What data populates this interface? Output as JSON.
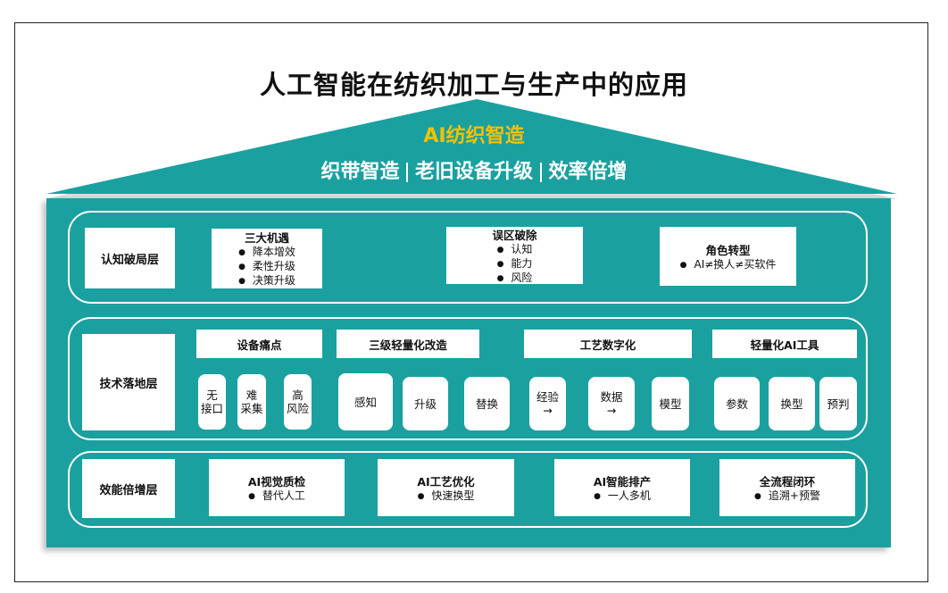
{
  "title": "人工智能在纺织加工与生产中的应用",
  "roof": {
    "subtitle": "AI纺织智造",
    "items": [
      "织带智造",
      "老旧设备升级",
      "效率倍增"
    ]
  },
  "layers": {
    "cognition": {
      "label": "认知破局层",
      "boxes": [
        {
          "title": "三大机遇",
          "bullets": [
            "降本增效",
            "柔性升级",
            "决策升级"
          ]
        },
        {
          "title": "误区破除",
          "bullets": [
            "认知",
            "能力",
            "风险"
          ]
        },
        {
          "title": "角色转型",
          "bullets": [
            "AI≠换人≠买软件"
          ]
        }
      ]
    },
    "technology": {
      "label": "技术落地层",
      "groups": [
        {
          "header": "设备痛点",
          "cells": [
            "无\n接口",
            "难\n采集",
            "高\n风险"
          ]
        },
        {
          "header": "三级轻量化改造",
          "cells": [
            "感知",
            "升级",
            "替换"
          ]
        },
        {
          "header": "工艺数字化",
          "cells": [
            "经验\n→",
            "数据\n→",
            "模型"
          ]
        },
        {
          "header": "轻量化AI工具",
          "cells": [
            "参数",
            "换型",
            "预判"
          ]
        }
      ]
    },
    "efficiency": {
      "label": "效能倍增层",
      "boxes": [
        {
          "title": "AI视觉质检",
          "bullets": [
            "替代人工"
          ]
        },
        {
          "title": "AI工艺优化",
          "bullets": [
            "快速换型"
          ]
        },
        {
          "title": "AI智能排产",
          "bullets": [
            "一人多机"
          ]
        },
        {
          "title": "全流程闭环",
          "bullets": [
            "追溯+预警"
          ]
        }
      ]
    }
  },
  "colors": {
    "teal": "#1ba0a0",
    "gold": "#f5c000",
    "white": "#ffffff"
  }
}
